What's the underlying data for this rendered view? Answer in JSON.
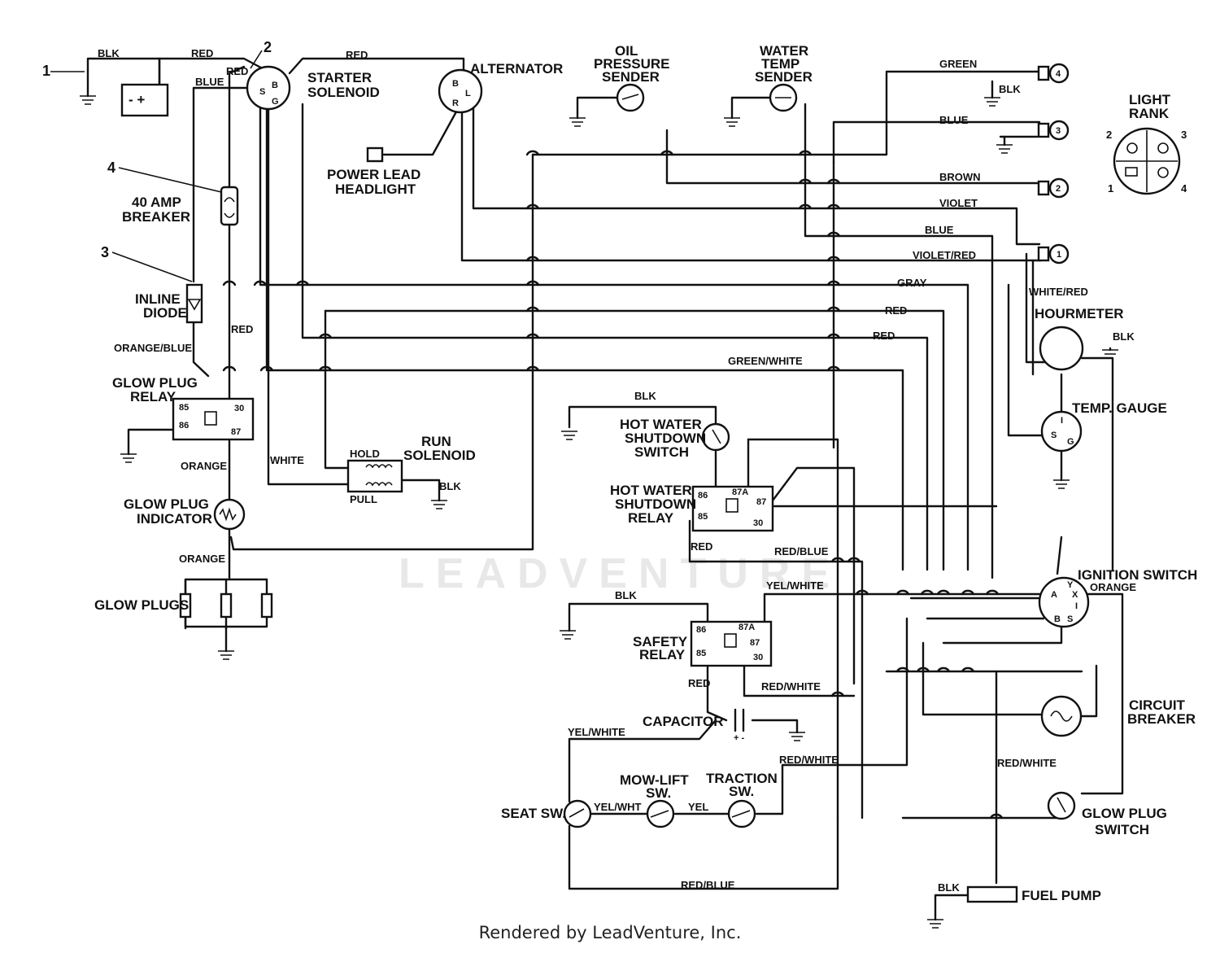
{
  "components": {
    "starter_solenoid": "STARTER SOLENOID",
    "alternator": "ALTERNATOR",
    "oil_pressure_sender": "OIL PRESSURE SENDER",
    "water_temp_sender": "WATER TEMP SENDER",
    "power_lead_headlight": "POWER LEAD HEADLIGHT",
    "breaker_40a": "40 AMP BREAKER",
    "inline_diode": "INLINE DIODE",
    "glow_plug_relay": "GLOW PLUG RELAY",
    "glow_plug_indicator": "GLOW PLUG INDICATOR",
    "glow_plugs": "GLOW PLUGS",
    "run_solenoid": "RUN SOLENOID",
    "hot_water_shutdown_switch": "HOT WATER SHUTDOWN SWITCH",
    "hot_water_shutdown_relay": "HOT WATER SHUTDOWN RELAY",
    "safety_relay": "SAFETY RELAY",
    "capacitor": "CAPACITOR",
    "seat_sw": "SEAT SW.",
    "mow_lift_sw": "MOW-LIFT SW.",
    "traction_sw": "TRACTION SW.",
    "light_rank": "LIGHT RANK",
    "hourmeter": "HOURMETER",
    "temp_gauge": "TEMP. GAUGE",
    "ignition_switch": "IGNITION SWITCH",
    "circuit_breaker": "CIRCUIT BREAKER",
    "glow_plug_switch": "GLOW PLUG SWITCH",
    "fuel_pump": "FUEL PUMP"
  },
  "callouts": [
    "1",
    "2",
    "3",
    "4"
  ],
  "terminals": {
    "hold": "HOLD",
    "pull": "PULL",
    "relay_85": "85",
    "relay_86": "86",
    "relay_87": "87",
    "relay_87a": "87A",
    "relay_30": "30",
    "solenoid_s": "S",
    "solenoid_b": "B",
    "solenoid_g": "G",
    "alt_b": "B",
    "alt_l": "L",
    "alt_r": "R",
    "ign_a": "A",
    "ign_y": "Y",
    "ign_x": "X",
    "ign_i": "I",
    "ign_b": "B",
    "ign_s": "S",
    "gauge_i": "I",
    "gauge_s": "S",
    "gauge_g": "G",
    "cap_polarity": "+ -",
    "battery_polarity": "-  +"
  },
  "light_pins": [
    "1",
    "2",
    "3",
    "4"
  ],
  "wire_labels": {
    "blk": "BLK",
    "red": "RED",
    "blue": "BLUE",
    "green": "GREEN",
    "brown": "BROWN",
    "violet": "VIOLET",
    "violet_red": "VIOLET/RED",
    "gray": "GRAY",
    "green_white": "GREEN/WHITE",
    "orange_blue": "ORANGE/BLUE",
    "orange": "ORANGE",
    "white": "WHITE",
    "white_red": "WHITE/RED",
    "red_blue": "RED/BLUE",
    "yel_white": "YEL/WHITE",
    "red_white": "RED/WHITE",
    "yel_wht": "YEL/WHT",
    "yel": "YEL"
  },
  "watermark": "LEADVENTURE",
  "footer": "Rendered by LeadVenture, Inc."
}
